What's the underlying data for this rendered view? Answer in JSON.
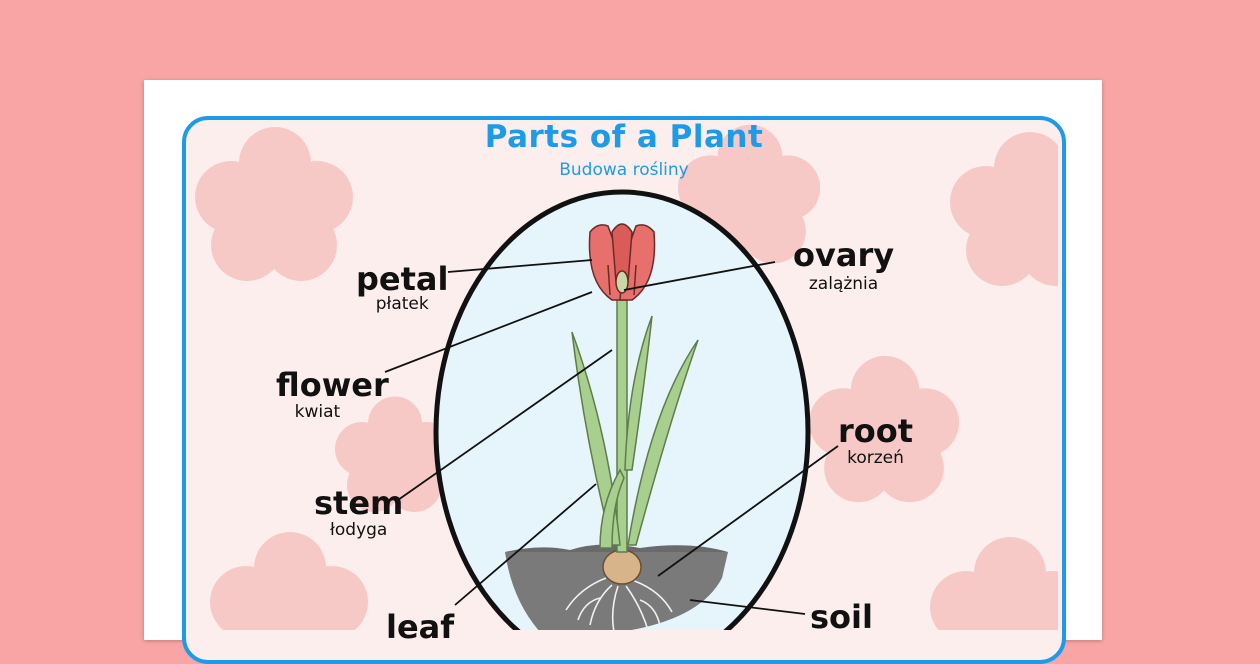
{
  "title": "Parts of a Plant",
  "subtitle": "Budowa rośliny",
  "labels": {
    "petal": {
      "en": "petal",
      "pl": "płatek"
    },
    "flower": {
      "en": "flower",
      "pl": "kwiat"
    },
    "stem": {
      "en": "stem",
      "pl": "łodyga"
    },
    "leaf": {
      "en": "leaf",
      "pl": ""
    },
    "ovary": {
      "en": "ovary",
      "pl": "zalążnia"
    },
    "root": {
      "en": "root",
      "pl": "korzeń"
    },
    "soil": {
      "en": "soil",
      "pl": ""
    }
  },
  "colors": {
    "background": "#f9a5a5",
    "border": "#1e9be8",
    "title": "#1e9be8",
    "panel": "#fdeeee",
    "flower_shape": "#f6c9c6",
    "oval_fill": "#e6f4fb",
    "petal": "#e8706c",
    "leaf": "#a8cf8e",
    "soil": "#7a7a7a"
  }
}
